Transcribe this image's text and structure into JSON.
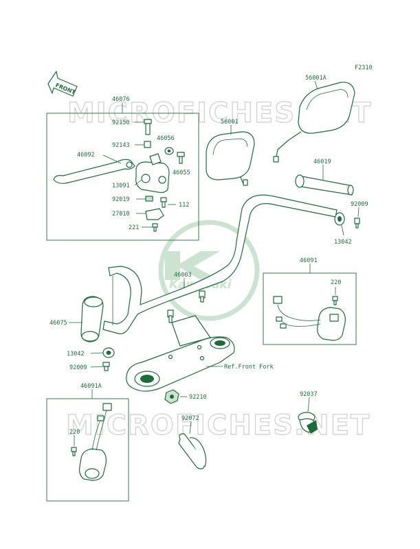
{
  "figure_code": "F2310",
  "front_label": "FRONT",
  "watermark_text": "MICROFICHES.NET",
  "logo_text": "Kawasaki",
  "reference_label": "Ref.Front Fork",
  "parts": {
    "p46076": "46076",
    "p92150": "92150",
    "p92143": "92143",
    "p46056": "46056",
    "p46092": "46092",
    "p46055": "46055",
    "p13091": "13091",
    "p92019": "92019",
    "p112": "112",
    "p27010": "27010",
    "p221": "221",
    "p56001": "56001",
    "p56001A": "56001A",
    "p46019": "46019",
    "p92009a": "92009",
    "p13042a": "13042",
    "p46003": "46003",
    "p46091": "46091",
    "p220a": "220",
    "p46075": "46075",
    "p13042b": "13042",
    "p92009b": "92009",
    "p46091A": "46091A",
    "p220b": "220",
    "p92210": "92210",
    "p92072": "92072",
    "p92037": "92037"
  },
  "colors": {
    "ink": "#1f6b3a",
    "logo": "#cde3d2",
    "watermark": "#d4d4d4"
  }
}
